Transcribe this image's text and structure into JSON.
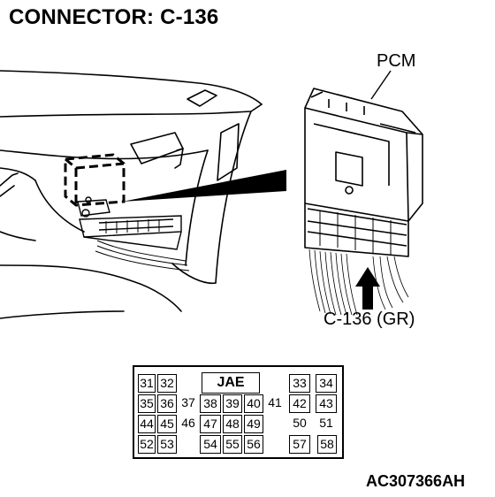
{
  "title": "CONNECTOR: C-136",
  "labels": {
    "pcm": "PCM",
    "connector": "C-136 (GR)",
    "reference": "AC307366AH"
  },
  "connector_face": {
    "brand": "JAE",
    "pins": {
      "p31": "31",
      "p32": "32",
      "p33": "33",
      "p34": "34",
      "p35": "35",
      "p36": "36",
      "p37": "37",
      "p38": "38",
      "p39": "39",
      "p40": "40",
      "p41": "41",
      "p42": "42",
      "p43": "43",
      "p44": "44",
      "p45": "45",
      "p46": "46",
      "p47": "47",
      "p48": "48",
      "p49": "49",
      "p50": "50",
      "p51": "51",
      "p52": "52",
      "p53": "53",
      "p54": "54",
      "p55": "55",
      "p56": "56",
      "p57": "57",
      "p58": "58"
    }
  }
}
